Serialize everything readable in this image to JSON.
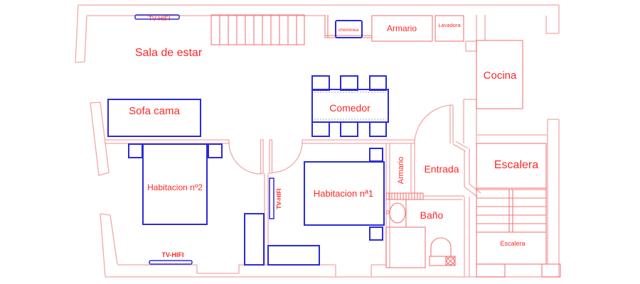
{
  "colors": {
    "wall-outer": "#f2a8a8",
    "wall-inner": "#f17878",
    "furniture": "#2b2bd5",
    "text": "#ff2626",
    "dash": "#a9aec9",
    "bg": "#ffffff"
  },
  "rooms": {
    "living": {
      "label": "Sala de estar"
    },
    "dining": {
      "label": "Comedor"
    },
    "kitchen": {
      "label": "Cocina"
    },
    "bedroom2": {
      "label": "Habitacion nº2"
    },
    "bedroom1": {
      "label": "Habitacion nª1"
    },
    "entry": {
      "label": "Entrada"
    },
    "bathroom": {
      "label": "Baño"
    },
    "stairs_upper": {
      "label": "Escalera"
    },
    "stairs_lower": {
      "label": "Escalera"
    },
    "closet": {
      "label": "Armario"
    }
  },
  "furniture": {
    "tv_top": {
      "label": "TV-HIFI"
    },
    "tv_side": {
      "label": "TV-HIFI"
    },
    "tv_bottom": {
      "label": "TV-HIFI"
    },
    "fireplace": {
      "label": "cheminea"
    },
    "wardrobe_top": {
      "label": "Armario"
    },
    "washer": {
      "label": "Lavadora"
    },
    "sofa_bed": {
      "label": "Sofa cama"
    }
  }
}
